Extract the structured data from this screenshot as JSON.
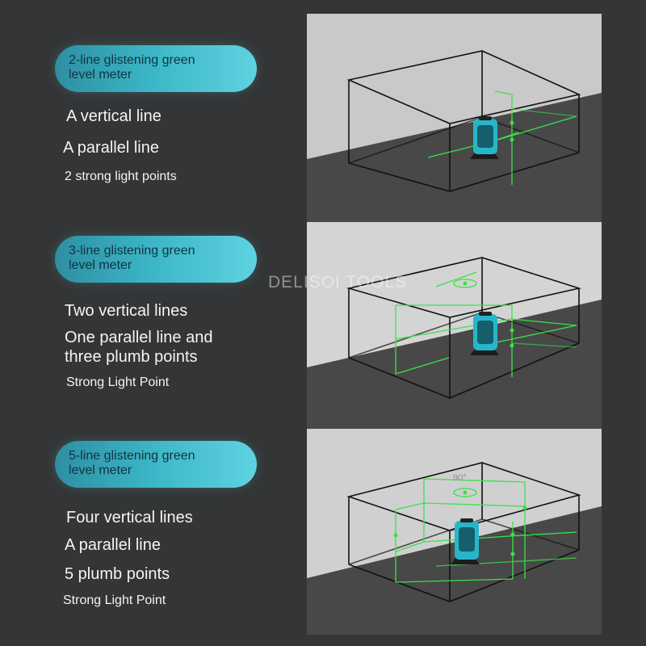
{
  "sections": [
    {
      "title_line1": "2-line glistening green",
      "title_line2": "level meter",
      "features": [
        "A vertical line",
        "A parallel line",
        "2 strong light points"
      ]
    },
    {
      "title_line1": "3-line glistening green",
      "title_line2": "level meter",
      "features": [
        "Two vertical lines",
        "One parallel line and",
        "three plumb points",
        "Strong Light Point"
      ]
    },
    {
      "title_line1": "5-line glistening green",
      "title_line2": "level meter",
      "features": [
        "Four vertical lines",
        "A parallel line",
        "5 plumb points",
        "Strong Light Point"
      ]
    }
  ],
  "angle_label": "90°",
  "watermark": "DELISOI TOOLS",
  "colors": {
    "background": "#343536",
    "pill_accent": "#3ab4c5",
    "laser_green": "#39e24a",
    "wall_light": "#cfcfcf",
    "floor_dark": "#4a4a4a",
    "device_teal": "#27b6c9"
  }
}
